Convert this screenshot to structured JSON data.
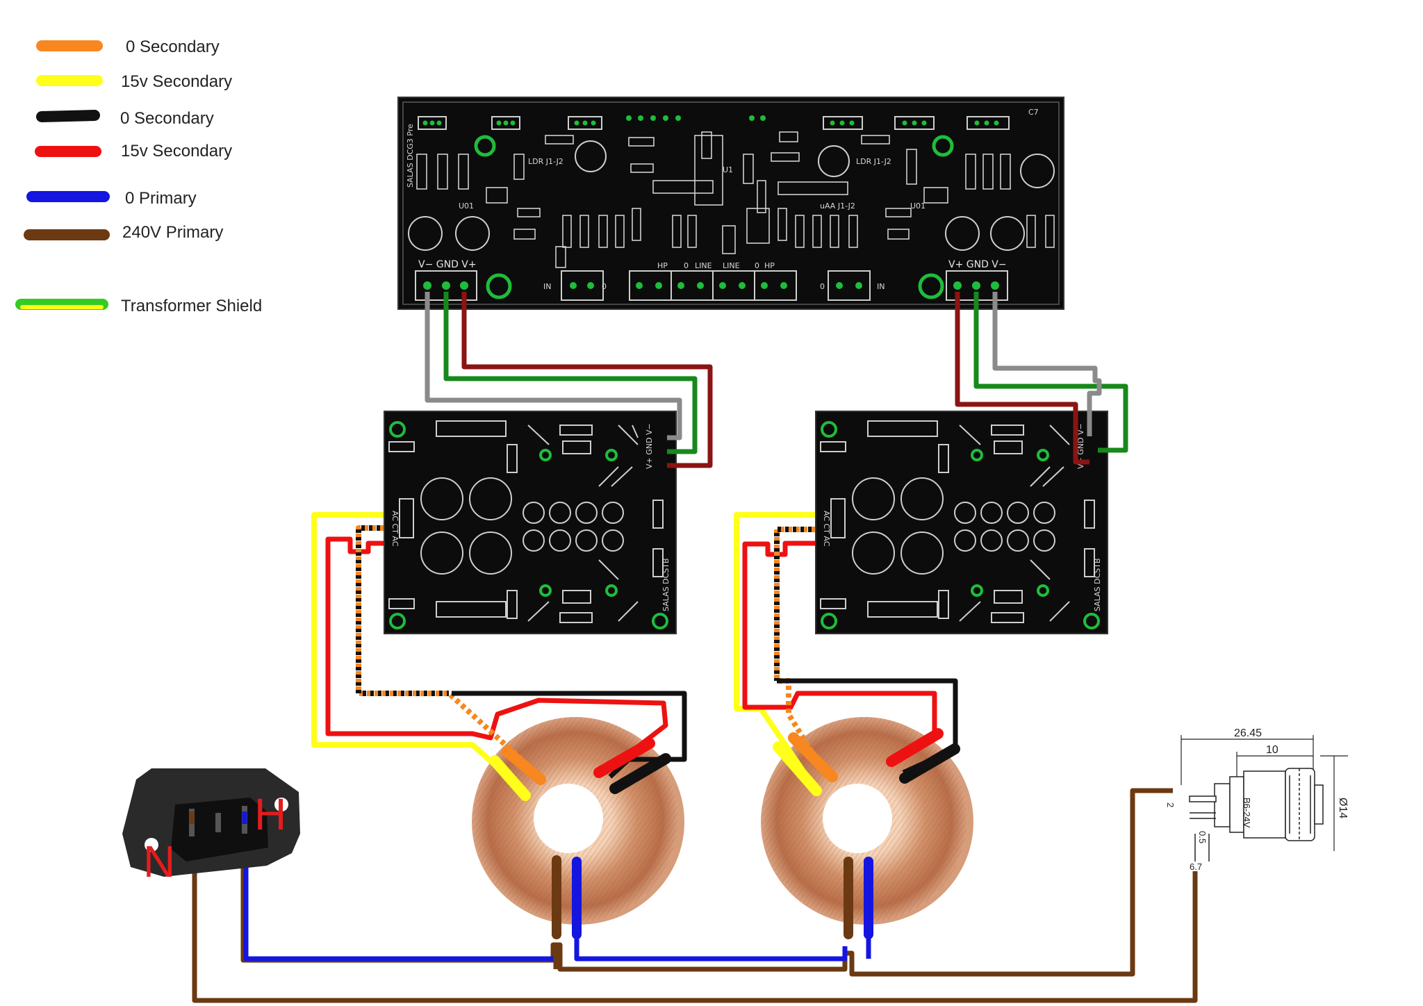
{
  "legend": {
    "items": [
      {
        "label": "0 Secondary",
        "color": "#f7871e"
      },
      {
        "label": "15v Secondary",
        "color": "#ffff1a"
      },
      {
        "label": "0 Secondary",
        "color": "#111111"
      },
      {
        "label": "15v Secondary",
        "color": "#ee1111"
      },
      {
        "label": "0 Primary",
        "color": "#1515e0"
      },
      {
        "label": "240V Primary",
        "color": "#6b3a12"
      },
      {
        "label": "Transformer Shield",
        "color": "#33cc22",
        "stripe": "#ffff1a"
      }
    ]
  },
  "preamp_board": {
    "name": "SALAS DCG3 Pre",
    "left_power_label": "V−  GND  V+",
    "right_power_label": "V+  GND  V−",
    "bottom_labels": [
      "IN",
      "0",
      "HP",
      "0",
      "LINE",
      "LINE",
      "0",
      "HP",
      "0",
      "IN"
    ]
  },
  "psu_boards": [
    {
      "name": "SALAS DCSTB",
      "output_label": "V+ GND V−",
      "input_label": "AC CT AC"
    },
    {
      "name": "SALAS DCSTB",
      "output_label": "V+ GND V−",
      "input_label": "AC CT AC"
    }
  ],
  "iec_inlet": {
    "neutral_label": "N",
    "hot_label": "H"
  },
  "switch": {
    "dims": [
      "26.45",
      "10",
      "Ø14",
      "2",
      "0.5",
      "6.7"
    ],
    "part_label": "B6-24V"
  },
  "colors": {
    "pcb": "#0c0c0c",
    "silkscreen": "#d8d8d8",
    "wire_gray": "#8a8a8a",
    "wire_green": "#17891c",
    "wire_darkred": "#8b1414"
  }
}
